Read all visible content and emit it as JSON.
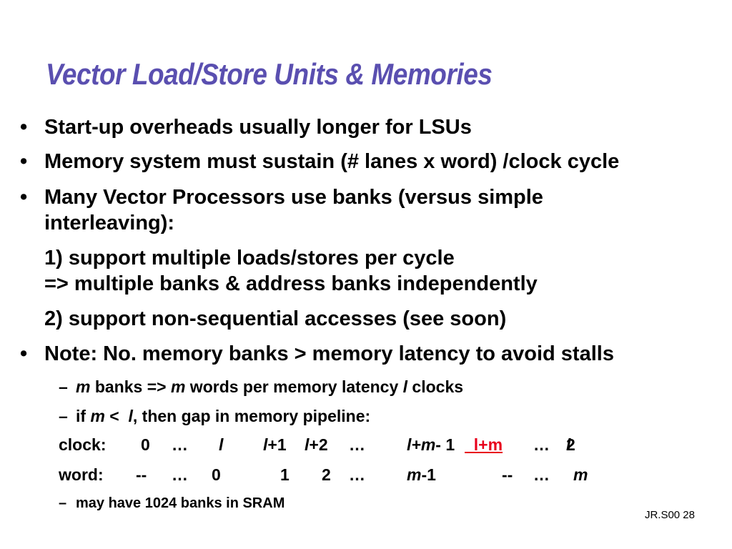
{
  "title": "Vector Load/Store Units & Memories",
  "bullet_symbol": "•",
  "dash_symbol": "–",
  "bullets": [
    "Start-up overheads usually longer for LSUs",
    "Memory system must sustain (# lanes x word) /clock cycle",
    "Many Vector Processors use banks (versus simple",
    "interleaving):",
    "1) support multiple loads/stores per cycle",
    "=> multiple banks & address banks independently",
    "2) support non-sequential accesses (see soon)",
    "Note: No. memory banks > memory latency to avoid stalls"
  ],
  "sub1": {
    "m1": "m",
    "t1": " banks => ",
    "m2": "m",
    "t2": " words per memory latency ",
    "l": "l",
    "t3": " clocks"
  },
  "sub2": {
    "t1": "if ",
    "m": "m",
    "t2": " <  ",
    "l": "l",
    "t3": ", then gap in memory pipeline:"
  },
  "clock_row": {
    "label": "clock:",
    "c0": "0",
    "c1": "…",
    "c2": "l",
    "c3_l": "l",
    "c3_r": "+1",
    "c4_l": "l",
    "c4_r": "+2",
    "c5": "…",
    "c6_l": "l",
    "c6_m": "+m",
    "c6_r": "- 1",
    "c7": "  l+m",
    "c8": "…",
    "c9_n": "2 ",
    "c9_l": "l"
  },
  "word_row": {
    "label": "word:",
    "w0": "--",
    "w1": "…",
    "w2": "0",
    "w3": "1",
    "w4": "2",
    "w5": "…",
    "w6_m": "m",
    "w6_r": "-1",
    "w7": "--",
    "w8": "…",
    "w9": "m"
  },
  "sub3": "may have 1024 banks in SRAM",
  "footer": "JR.S00 28",
  "colors": {
    "title": "#5a4fb0",
    "highlight": "#e8001c"
  }
}
